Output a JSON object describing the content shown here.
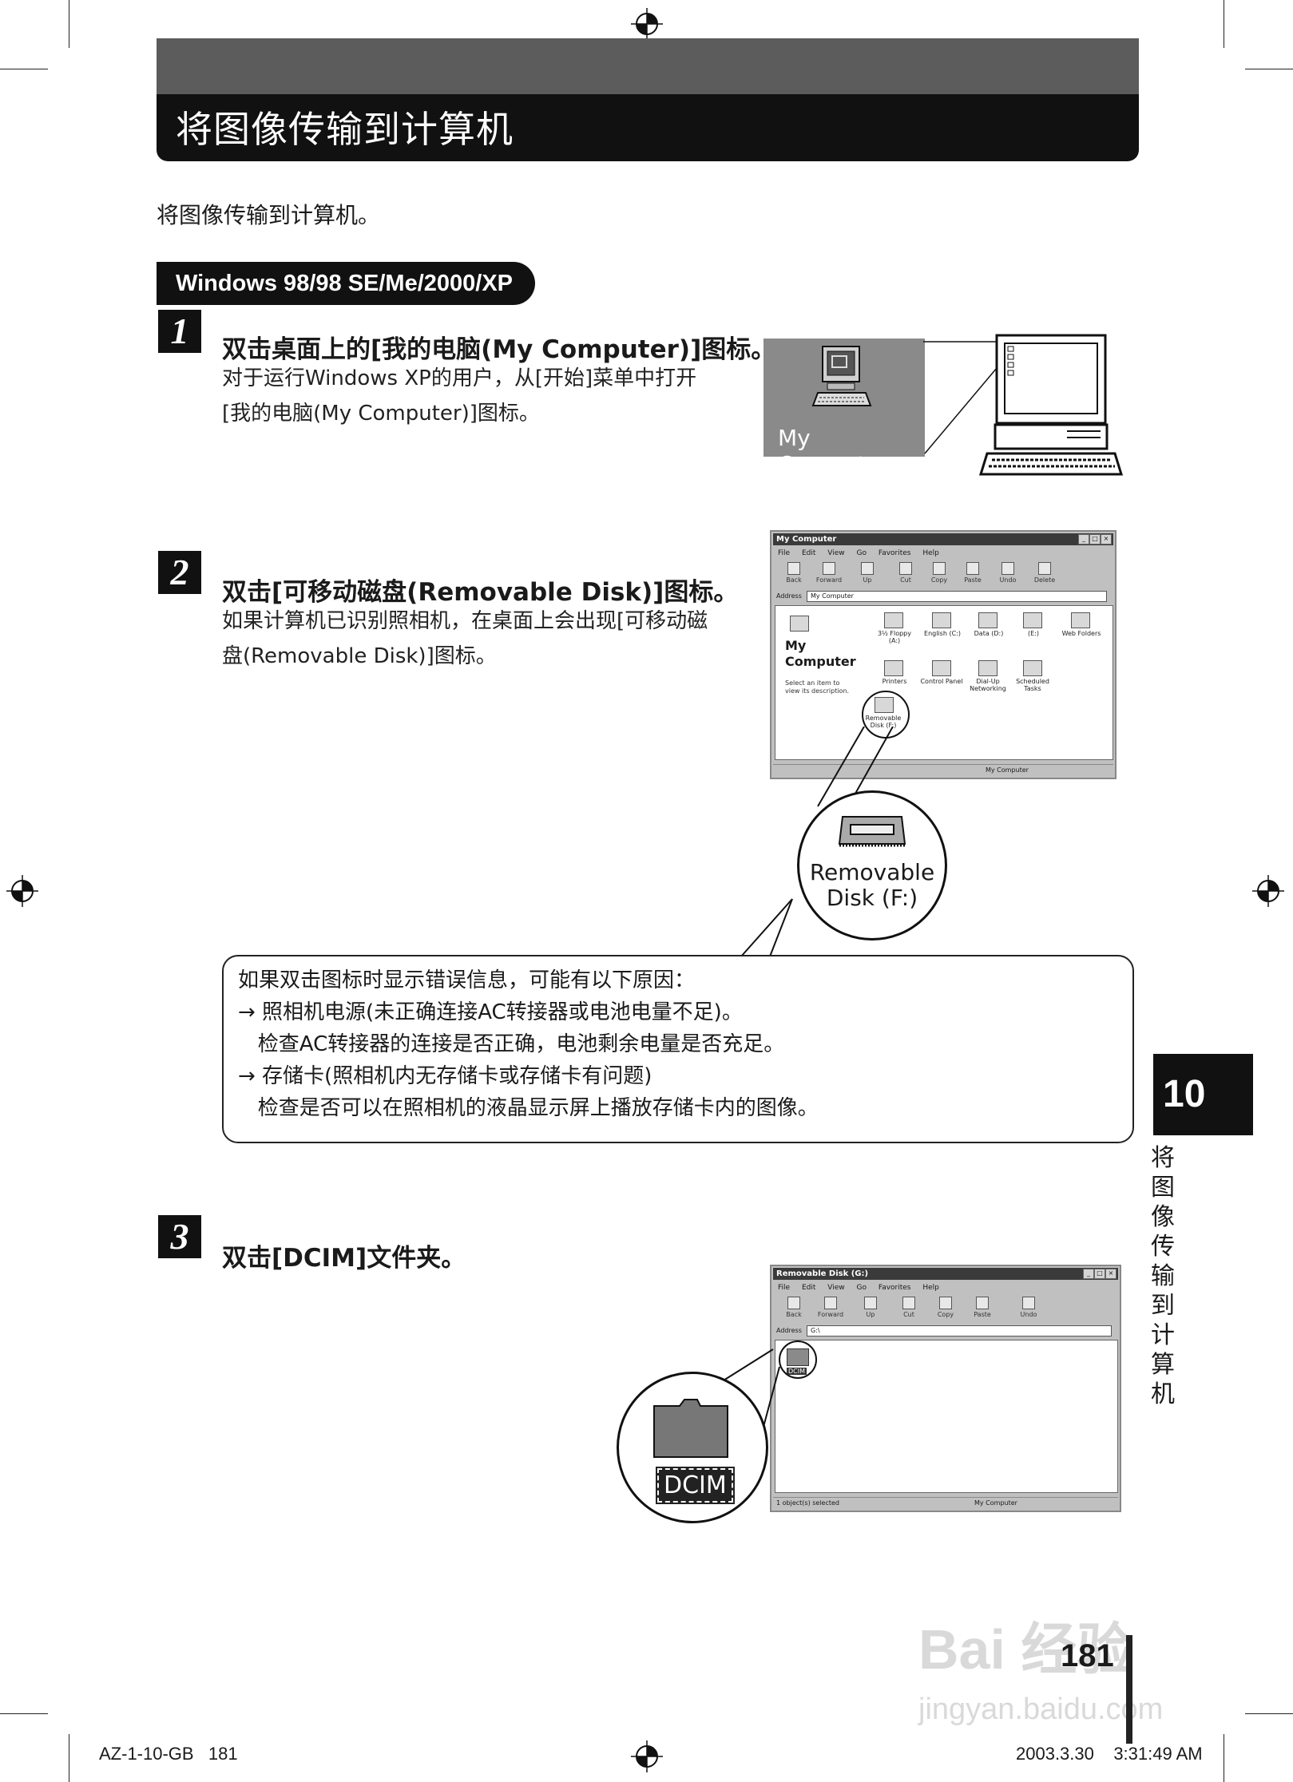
{
  "header": {
    "title": "将图像传输到计算机"
  },
  "intro": "将图像传输到计算机。",
  "os_badge": "Windows 98/98 SE/Me/2000/XP",
  "steps": [
    {
      "number": "1",
      "title": "双击桌面上的[我的电脑(My Computer)]图标。",
      "desc": [
        "对于运行Windows XP的用户，从[开始]菜单中打开",
        "[我的电脑(My Computer)]图标。"
      ],
      "icon_label": "My Computer"
    },
    {
      "number": "2",
      "title": "双击[可移动磁盘(Removable Disk)]图标。",
      "desc": [
        "如果计算机已识别照相机，在桌面上会出现[可移动磁",
        "盘(Removable Disk)]图标。"
      ],
      "zoom_label": [
        "Removable",
        "Disk (F:)"
      ]
    },
    {
      "number": "3",
      "title": "双击[DCIM]文件夹。",
      "zoom_label": "DCIM"
    }
  ],
  "callout": {
    "lines": [
      "如果双击图标时显示错误信息，可能有以下原因：",
      "→ 照相机电源(未正确连接AC转接器或电池电量不足)。",
      "   检查AC转接器的连接是否正确，电池剩余电量是否充足。",
      "→ 存储卡(照相机内无存储卡或存储卡有问题)",
      "   检查是否可以在照相机的液晶显示屏上播放存储卡内的图像。"
    ]
  },
  "window1": {
    "title": "My Computer",
    "menu": [
      "File",
      "Edit",
      "View",
      "Go",
      "Favorites",
      "Help"
    ],
    "toolbar": [
      "Back",
      "Forward",
      "Up",
      "Cut",
      "Copy",
      "Paste",
      "Undo",
      "Delete"
    ],
    "address_label": "Address",
    "address_value": "My Computer",
    "side_title": [
      "My",
      "Computer"
    ],
    "side_desc": [
      "Select an item to",
      "view its description."
    ],
    "icons": [
      "3½ Floppy (A:)",
      "English (C:)",
      "Data (D:)",
      "(E:)",
      "Web Folders",
      "Printers",
      "Control Panel",
      "Dial-Up Networking",
      "Scheduled Tasks",
      "Removable Disk (F:)"
    ],
    "status": "My Computer"
  },
  "window2": {
    "title": "Removable Disk (G:)",
    "menu": [
      "File",
      "Edit",
      "View",
      "Go",
      "Favorites",
      "Help"
    ],
    "toolbar": [
      "Back",
      "Forward",
      "Up",
      "Cut",
      "Copy",
      "Paste",
      "Undo"
    ],
    "address_label": "Address",
    "address_value": "G:\\",
    "folder_label": "DCIM",
    "status_left": "1 object(s) selected",
    "status_right": "My Computer"
  },
  "chapter": {
    "number": "10",
    "title": "将图像传输到计算机"
  },
  "page_number": "181",
  "footer": {
    "left": "AZ-1-10-GB   181",
    "right": "2003.3.30    3:31:49 AM"
  },
  "watermark": {
    "line1": "Bai 经验",
    "line2": "jingyan.baidu.com"
  }
}
